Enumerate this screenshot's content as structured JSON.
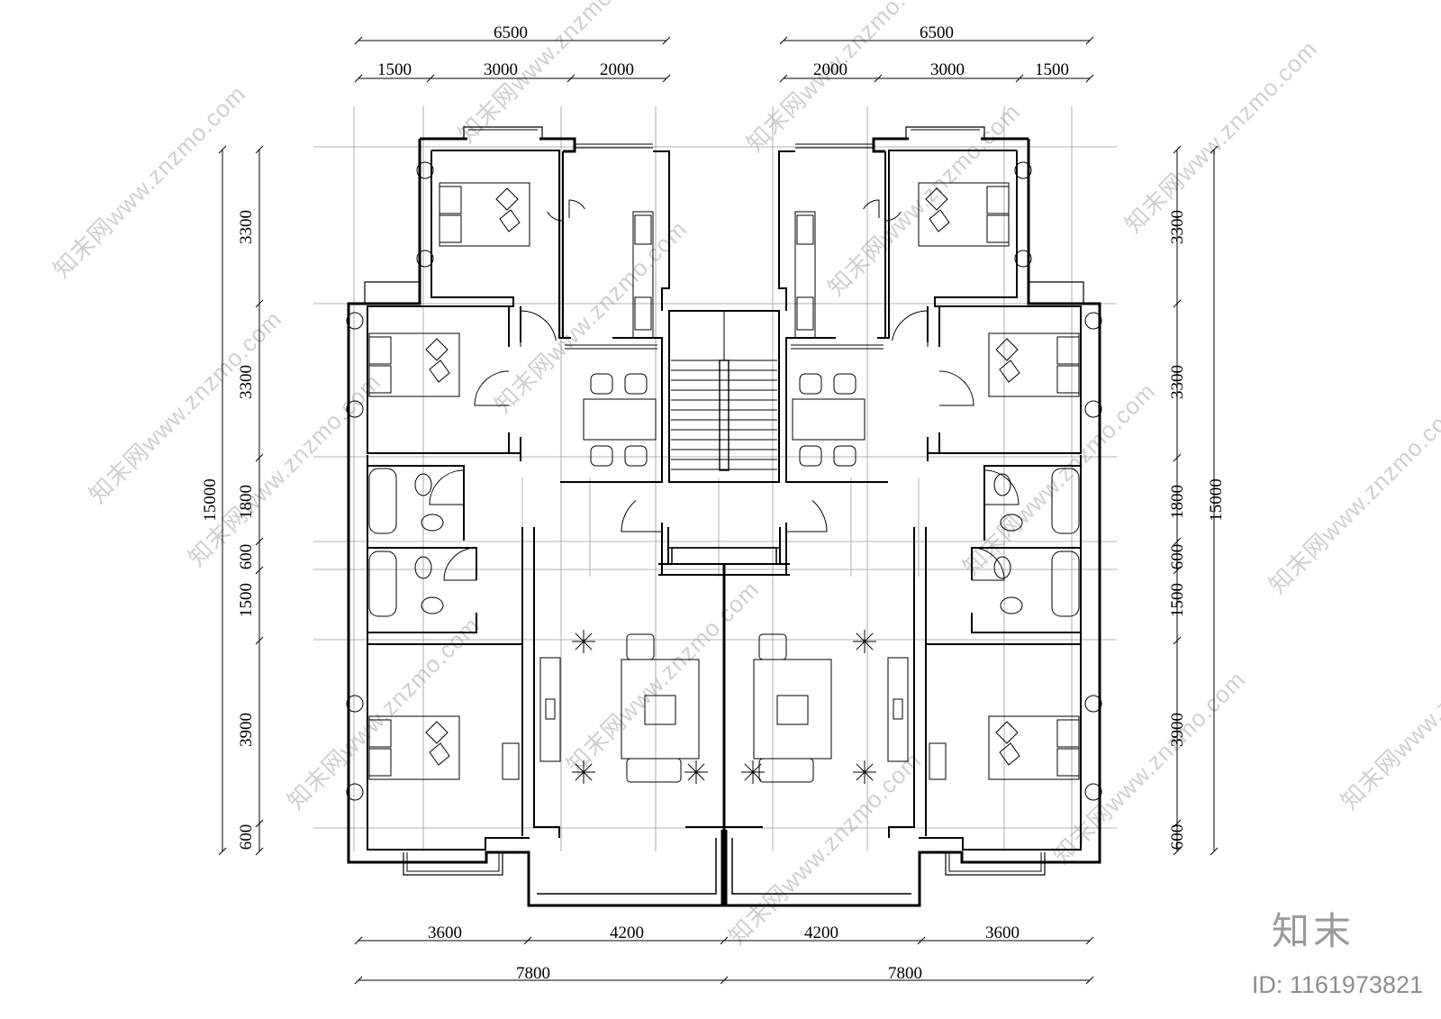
{
  "dimensions": {
    "top_total_left": "6500",
    "top_total_right": "6500",
    "top_segments_left": [
      "1500",
      "3000",
      "2000"
    ],
    "top_segments_right": [
      "2000",
      "3000",
      "1500"
    ],
    "bottom_segments": [
      "3600",
      "4200",
      "4200",
      "3600"
    ],
    "bottom_totals": [
      "7800",
      "7800"
    ],
    "left_segments": [
      "3300",
      "3300",
      "1800",
      "600",
      "1500",
      "3900",
      "600"
    ],
    "right_segments": [
      "3300",
      "3300",
      "1800",
      "600",
      "1500",
      "3900",
      "600"
    ],
    "left_total": "15000",
    "right_total": "15000"
  },
  "watermark": {
    "text": "知末网www.znzmo.com",
    "brand": "知末",
    "id_label": "ID: 1161973821"
  }
}
